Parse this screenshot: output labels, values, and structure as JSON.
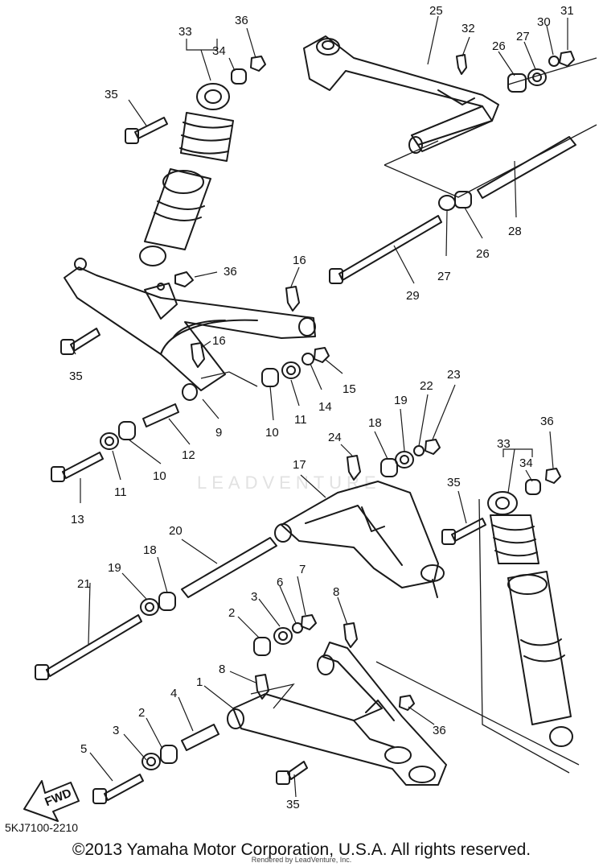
{
  "callouts": [
    "1",
    "2",
    "3",
    "4",
    "5",
    "6",
    "7",
    "8",
    "9",
    "10",
    "11",
    "12",
    "13",
    "14",
    "15",
    "16",
    "17",
    "18",
    "19",
    "20",
    "21",
    "22",
    "23",
    "24",
    "25",
    "26",
    "27",
    "28",
    "29",
    "30",
    "31",
    "32",
    "33",
    "34",
    "35",
    "36"
  ],
  "watermark": "LEADVENTURE",
  "direction_label": "FWD",
  "reference_code": "5KJ7100-2210",
  "copyright": "©2013 Yamaha Motor Corporation, U.S.A. All rights reserved.",
  "rendered_by": "Rendered by LeadVenture, Inc."
}
